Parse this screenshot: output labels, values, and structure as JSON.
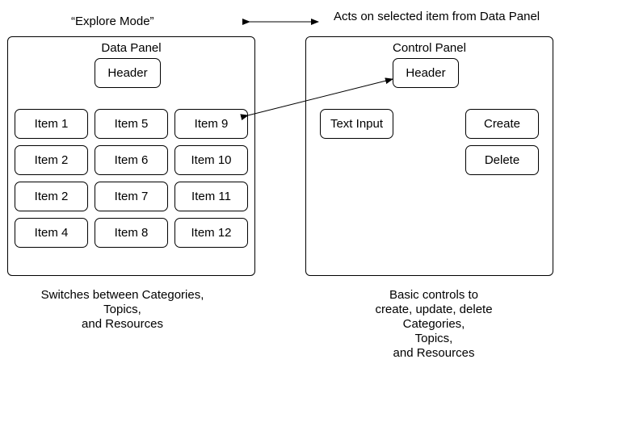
{
  "top": {
    "explore_mode": "“Explore Mode”",
    "acts_on": "Acts on selected item from Data Panel"
  },
  "data_panel": {
    "title": "Data Panel",
    "header": "Header",
    "items": [
      "Item 1",
      "Item 5",
      "Item 9",
      "Item 2",
      "Item 6",
      "Item 10",
      "Item 2",
      "Item 7",
      "Item 11",
      "Item 4",
      "Item 8",
      "Item 12"
    ],
    "caption": [
      "Switches between Categories,",
      "Topics,",
      "and Resources"
    ]
  },
  "control_panel": {
    "title": "Control Panel",
    "header": "Header",
    "text_input": "Text Input",
    "create": "Create",
    "delete": "Delete",
    "caption": [
      "Basic controls to",
      "create, update, delete",
      "Categories,",
      "Topics,",
      "and Resources"
    ]
  }
}
